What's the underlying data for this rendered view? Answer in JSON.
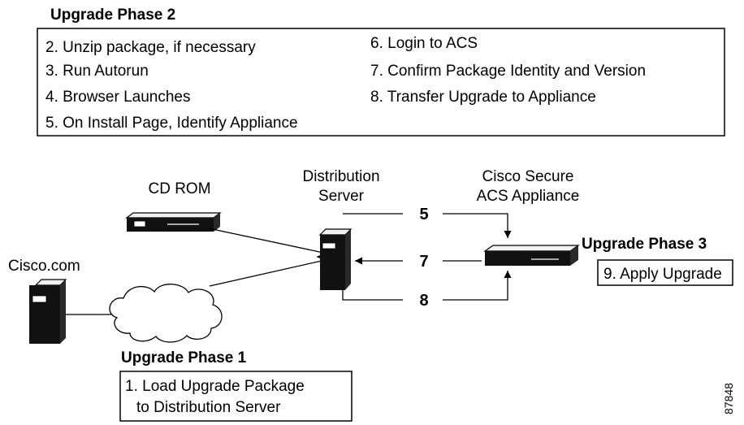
{
  "phase2": {
    "title": "Upgrade Phase 2",
    "steps_left": [
      "2. Unzip package, if necessary",
      "3. Run Autorun",
      "4. Browser Launches",
      "5. On Install Page, Identify Appliance"
    ],
    "steps_right": [
      "6. Login to ACS",
      "7. Confirm Package Identity and Version",
      "8. Transfer Upgrade to Appliance"
    ]
  },
  "nodes": {
    "cd_rom": "CD ROM",
    "distribution_server": [
      "Distribution",
      "Server"
    ],
    "appliance": [
      "Cisco Secure",
      "ACS Appliance"
    ],
    "cisco_com": "Cisco.com"
  },
  "arrows": {
    "a5": "5",
    "a7": "7",
    "a8": "8"
  },
  "phase3": {
    "title": "Upgrade Phase 3",
    "step": "9. Apply Upgrade"
  },
  "phase1": {
    "title": "Upgrade Phase 1",
    "step": [
      "1. Load Upgrade Package",
      "to Distribution Server"
    ]
  },
  "figure_id": "87848"
}
